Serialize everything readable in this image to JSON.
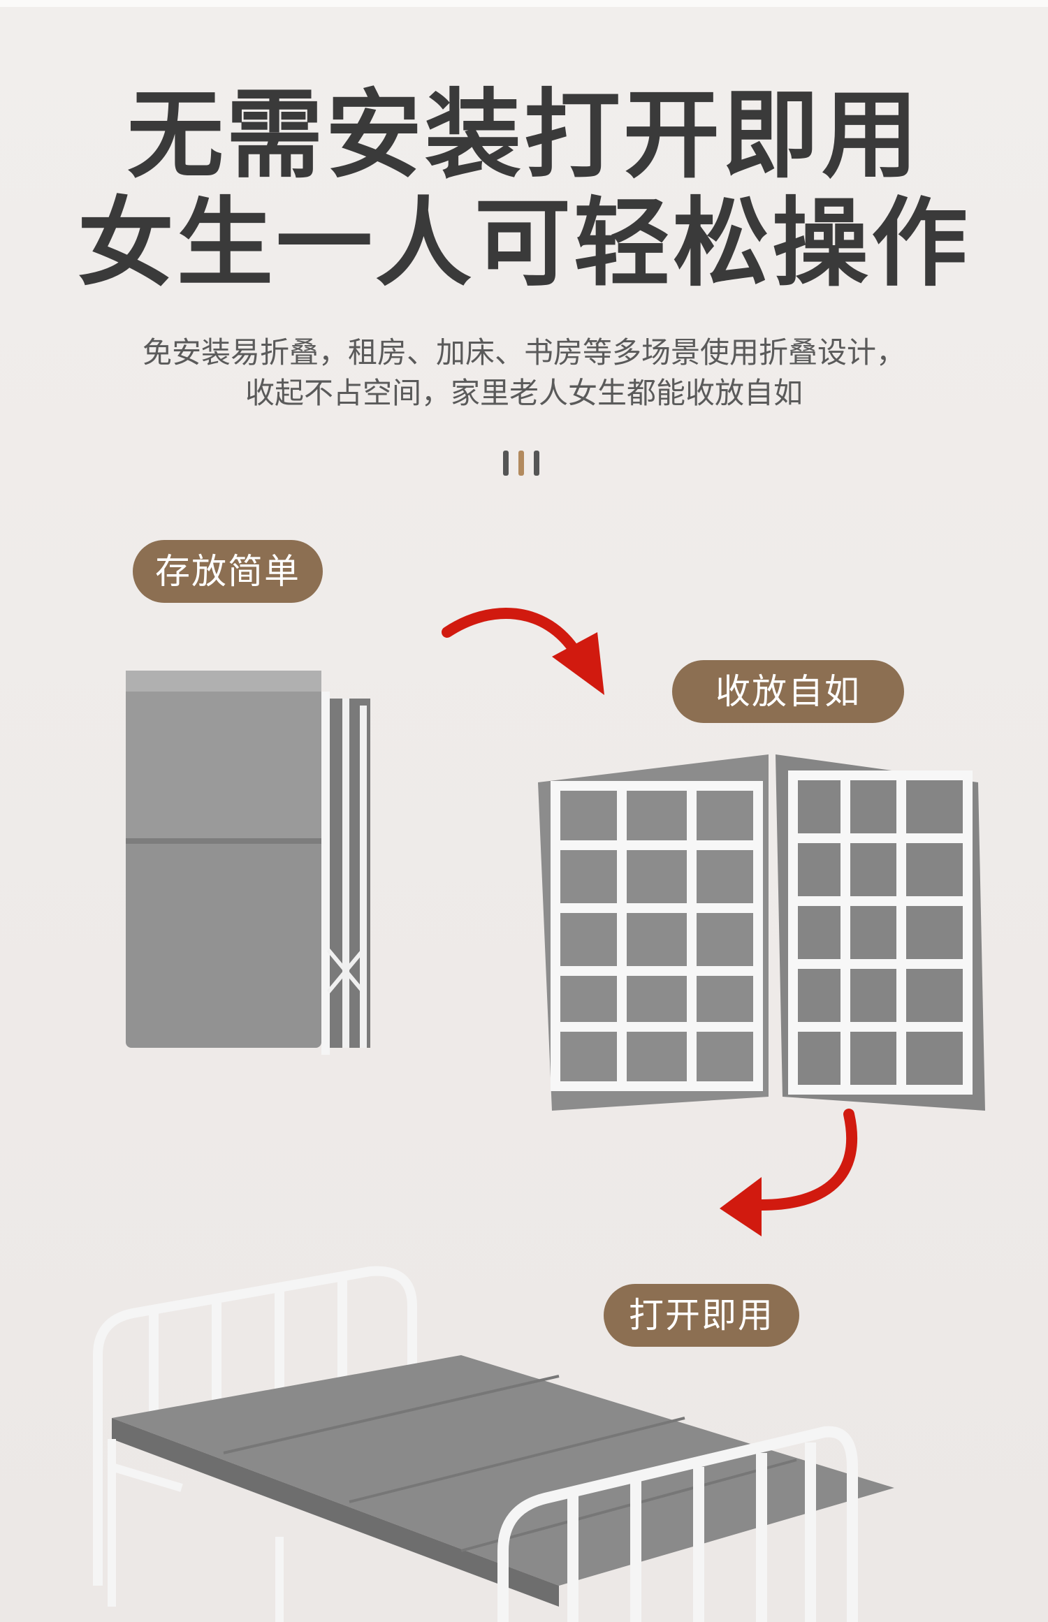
{
  "headline": {
    "line1": "无需安装打开即用",
    "line2": "女生一人可轻松操作"
  },
  "description": {
    "line1": "免安装易折叠，租房、加床、书房等多场景使用折叠设计，",
    "line2": "收起不占空间，家里老人女生都能收放自如"
  },
  "steps": [
    {
      "label": "存放简单"
    },
    {
      "label": "收放自如"
    },
    {
      "label": "打开即用"
    }
  ],
  "colors": {
    "background": "#efebe9",
    "pill": "#8c6f52",
    "arrow": "#d11a0f",
    "mattress": "#8f8f8f",
    "frame": "#ffffff"
  },
  "icons": {
    "divider": "three-bars-icon",
    "arrow1": "curved-arrow-right-down-icon",
    "arrow2": "curved-arrow-left-down-icon"
  }
}
